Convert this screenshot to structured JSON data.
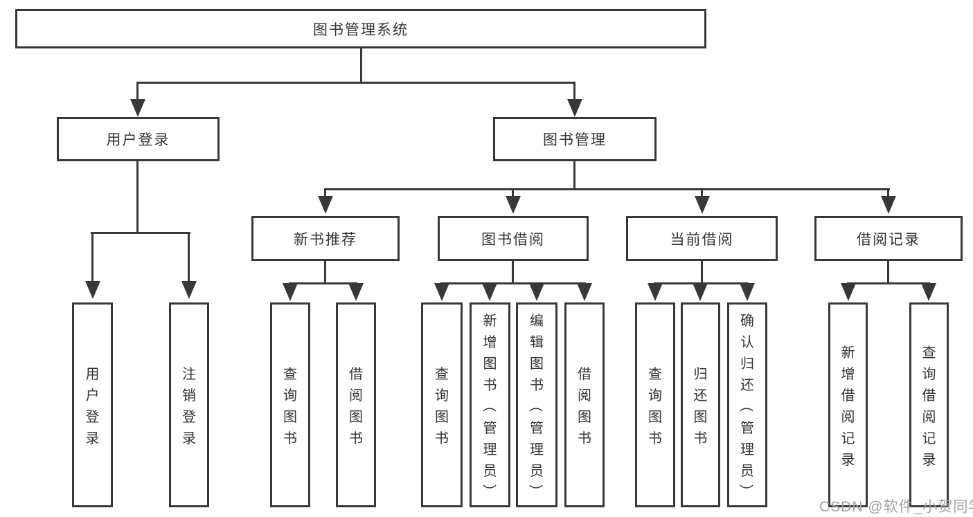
{
  "watermark": "CSDN @软件_小贺同学",
  "colors": {
    "line": "#383838",
    "text": "#333333",
    "watermark": "#9da1a7",
    "background": "#ffffff"
  },
  "nodes": {
    "root": {
      "label": "图书管理系统"
    },
    "user_login": {
      "label": "用户登录"
    },
    "book_mgmt": {
      "label": "图书管理"
    },
    "new_book_rec": {
      "label": "新书推荐"
    },
    "book_borrow": {
      "label": "图书借阅"
    },
    "current_borrow": {
      "label": "当前借阅"
    },
    "borrow_records": {
      "label": "借阅记录"
    },
    "leaf_user_login": {
      "label": "用户登录"
    },
    "leaf_logout": {
      "label": "注销登录"
    },
    "leaf_query_books_rec": {
      "label": "查询图书"
    },
    "leaf_borrow_books_rec": {
      "label": "借阅图书"
    },
    "leaf_query_books_borrow": {
      "label": "查询图书"
    },
    "leaf_add_books_admin": {
      "label": "新增图书（管理员）"
    },
    "leaf_edit_books_admin": {
      "label": "编辑图书（管理员）"
    },
    "leaf_borrow_books": {
      "label": "借阅图书"
    },
    "leaf_query_books_current": {
      "label": "查询图书"
    },
    "leaf_return_books": {
      "label": "归还图书"
    },
    "leaf_confirm_return_admin": {
      "label": "确认归还（管理员）"
    },
    "leaf_add_borrow_record": {
      "label": "新增借阅记录"
    },
    "leaf_query_borrow_record": {
      "label": "查询借阅记录"
    }
  }
}
